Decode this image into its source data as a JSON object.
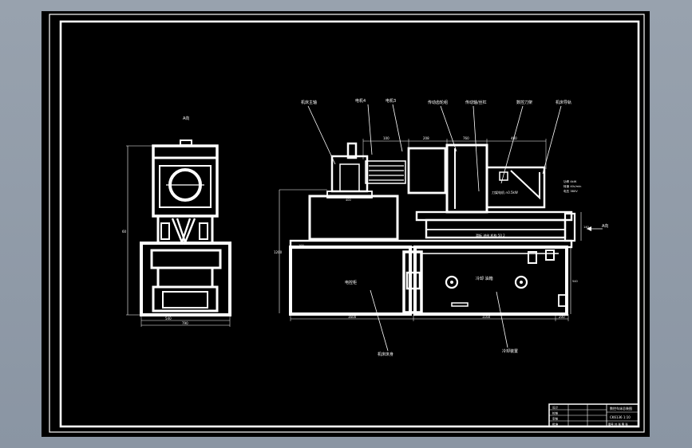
{
  "viewer": {
    "background": "#8e98a6",
    "sheet_color": "#000000",
    "line_color": "#ffffff"
  },
  "side_view": {
    "label_top": "A向",
    "dim_height": "60",
    "dim_inner_width": "540",
    "dim_total_width": "790"
  },
  "front_view": {
    "callouts": [
      "机床主轴",
      "电机4",
      "电机3",
      "传动齿轮组",
      "传动轴/丝杠",
      "数控刀架",
      "机床导轨"
    ],
    "dims_top": [
      "100",
      "208",
      "760",
      "480"
    ],
    "dims_bottom": [
      "1600",
      "1160",
      "200"
    ],
    "dim_left_height": "1200",
    "dim_right_height": "140",
    "dim_right_height2": "540",
    "dim_left_small": "100",
    "dim_box_small": "40",
    "dim_mid_small": "400",
    "view_arrow": "A向",
    "interior_labels": {
      "left_cabinet": "电控柜",
      "right_cabinet": "冷却 油箱",
      "carriage": "滑板 进给 机构 50 2",
      "motor_note": "刀架电机 ∩0.5kW",
      "spec_note1": "功率 4kW",
      "spec_note2": "转速 40r/min",
      "spec_note3": "电压 380V"
    },
    "bottom_callouts": [
      "机床床身",
      "冷却装置"
    ]
  },
  "title_block": {
    "drawing_title": "数控车床总装图",
    "drawing_no": "CK6136  1:10",
    "rows": [
      "设计",
      "校核",
      "审核",
      "批准"
    ],
    "footer": "图号 共 张 第 张"
  }
}
